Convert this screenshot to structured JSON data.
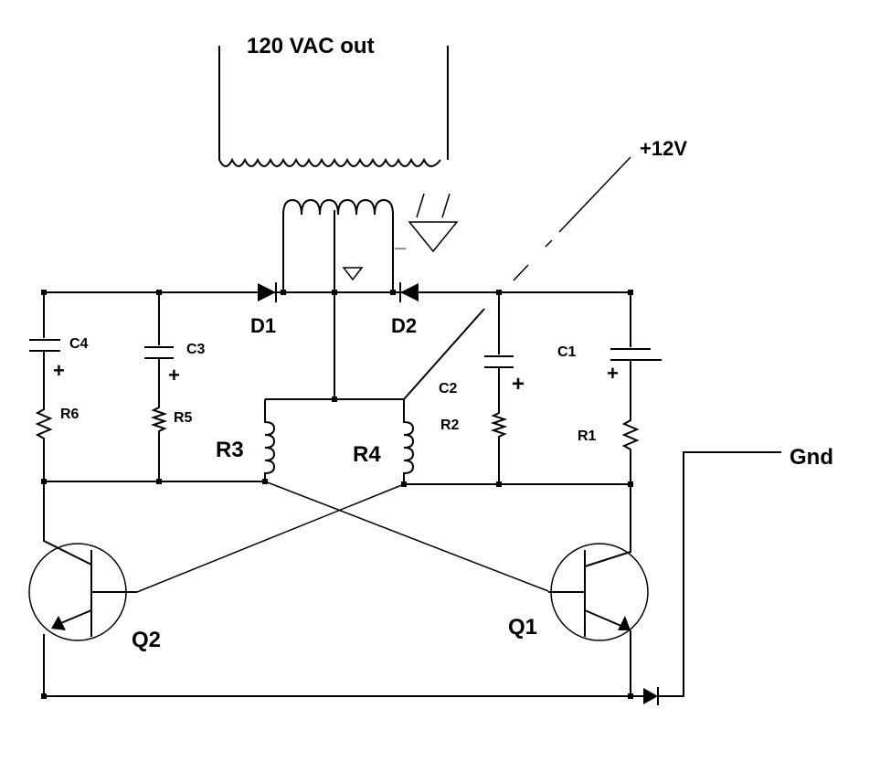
{
  "labels": {
    "title": "120 VAC out",
    "supply": "+12V",
    "ground": "Gnd",
    "d1": "D1",
    "d2": "D2",
    "c1": "C1",
    "c2": "C2",
    "c3": "C3",
    "c4": "C4",
    "r1": "R1",
    "r2": "R2",
    "r3": "R3",
    "r4": "R4",
    "r5": "R5",
    "r6": "R6",
    "q1": "Q1",
    "q2": "Q2",
    "plus": "+",
    "minus": "_"
  },
  "colors": {
    "ink": "#000000",
    "background": "#ffffff"
  }
}
